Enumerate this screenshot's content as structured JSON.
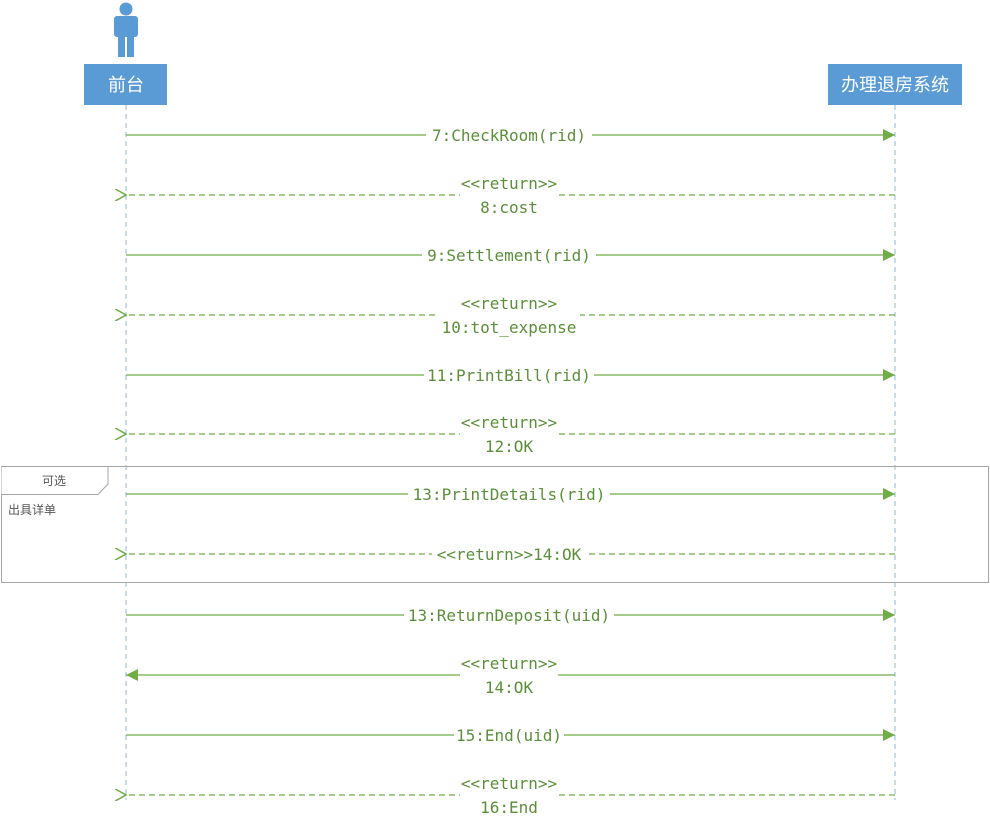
{
  "participants": {
    "left": {
      "name": "前台",
      "has_stick_figure": true,
      "icon": "person-icon"
    },
    "right": {
      "name": "办理退房系统"
    }
  },
  "colors": {
    "participant_box": "#5b9bd5",
    "lifeline": "#9dc3e6",
    "message": "#70ad47",
    "label": "#5b8f3a",
    "frame_border": "#a6a6a6"
  },
  "fragment": {
    "operator": "可选",
    "guard": "出具详单"
  },
  "messages": [
    {
      "text": "7:CheckRoom(rid)",
      "kind": "call"
    },
    {
      "stereotype": "<<return>>",
      "text": "8:cost",
      "kind": "return"
    },
    {
      "text": "9:Settlement(rid)",
      "kind": "call"
    },
    {
      "stereotype": "<<return>>",
      "text": "10:tot_expense",
      "kind": "return"
    },
    {
      "text": "11:PrintBill(rid)",
      "kind": "call"
    },
    {
      "stereotype": "<<return>>",
      "text": "12:OK",
      "kind": "return"
    },
    {
      "text": "13:PrintDetails(rid)",
      "kind": "call"
    },
    {
      "text": "<<return>>14:OK",
      "kind": "return"
    },
    {
      "text": "13:ReturnDeposit(uid)",
      "kind": "call"
    },
    {
      "stereotype": "<<return>>",
      "text": "14:OK",
      "kind": "reply-solid"
    },
    {
      "text": "15:End(uid)",
      "kind": "call"
    },
    {
      "stereotype": "<<return>>",
      "text": "16:End",
      "kind": "return"
    }
  ]
}
